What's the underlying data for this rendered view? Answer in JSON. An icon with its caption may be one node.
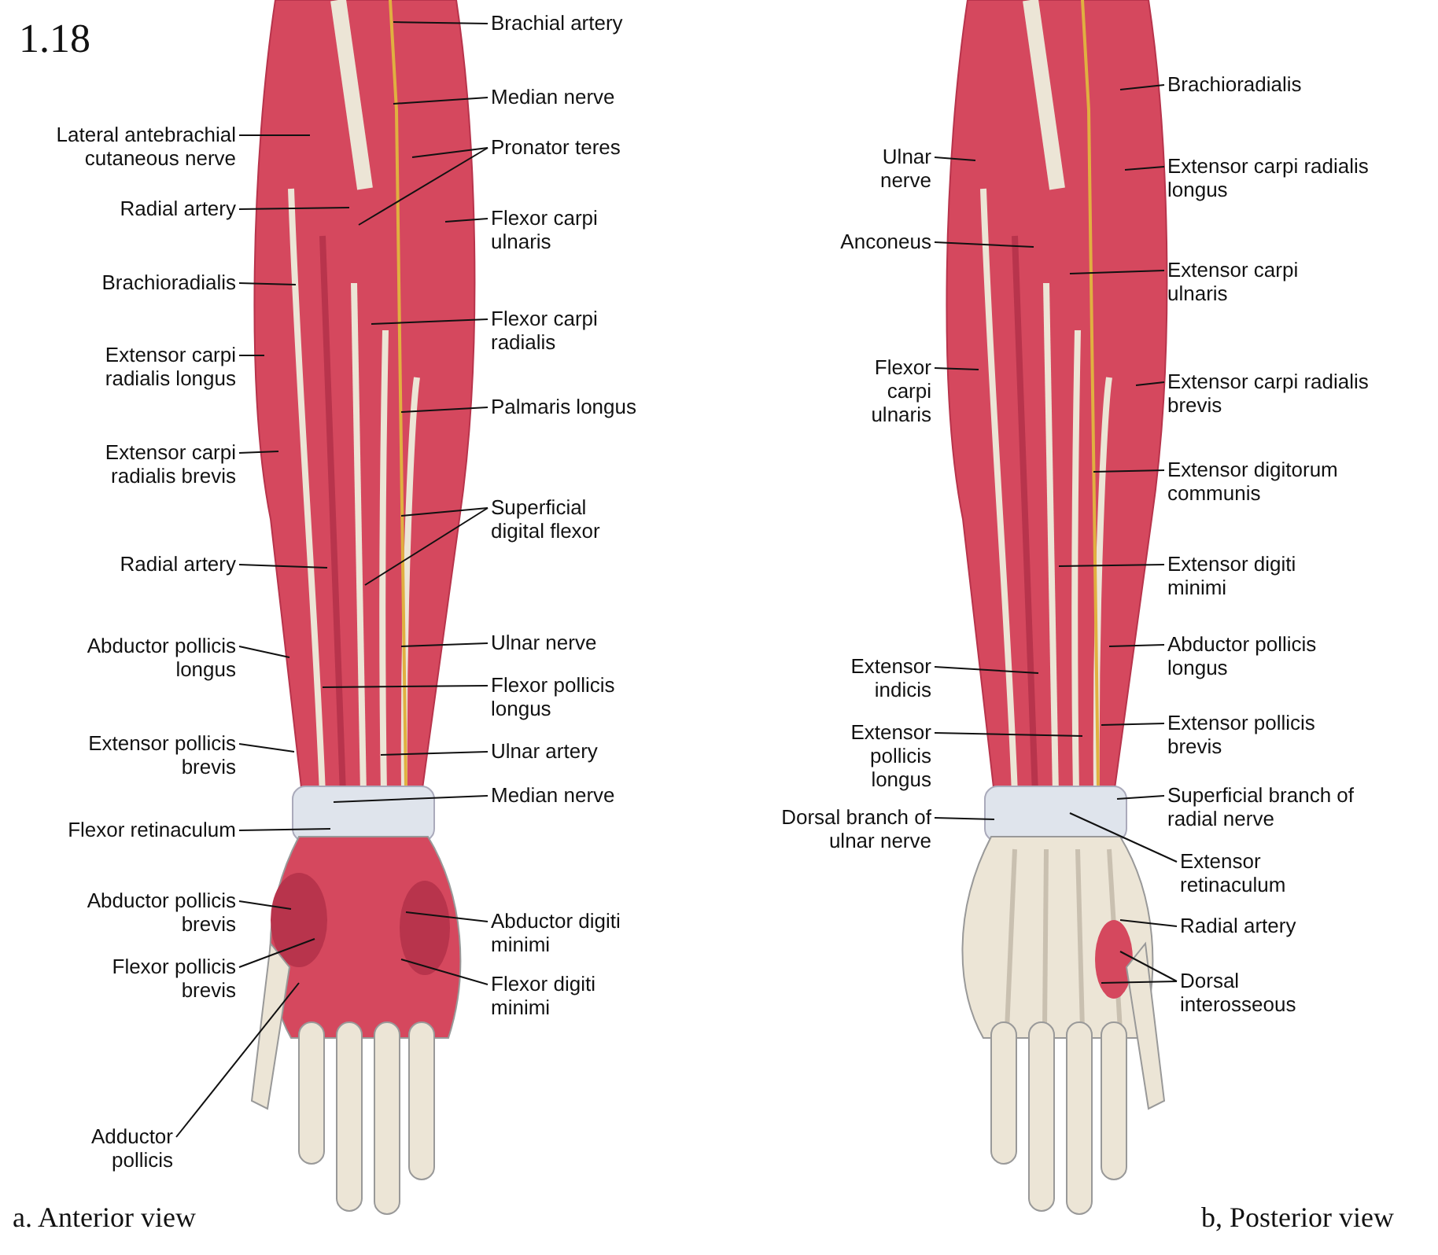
{
  "diagram": {
    "nodes": [
      {
        "text": [
          "Lateral antebrachial cutaneous nerve"
        ]
      },
      {
        "text": [
          "Radial artery"
        ]
      },
      {
        "text": [
          "Brachioradialis"
        ]
      },
      {
        "text": [
          "Extensor carpi radialis longus"
        ]
      },
      {
        "text": [
          "Extensor carpi radialis brevis"
        ]
      },
      {
        "text": [
          "Radial artery"
        ]
      },
      {
        "text": [
          "Abductor pollicis longus"
        ]
      },
      {
        "text": [
          "Extensor pollicis brevis"
        ]
      },
      {
        "text": [
          "Flexor retinaculum"
        ]
      },
      {
        "text": [
          "Abductor pollicis brevis"
        ]
      },
      {
        "text": [
          "Flexor pollicis brevis"
        ]
      },
      {
        "text": [
          "Adductor pollicis"
        ]
      },
      {
        "text": [
          "Brachial artery"
        ]
      },
      {
        "text": [
          "Median nerve"
        ]
      },
      {
        "text": [
          "Pronator teres"
        ]
      },
      {
        "text": [
          "Flexor carpi ulnaris"
        ]
      },
      {
        "text": [
          "Flexor carpi radialis"
        ]
      },
      {
        "text": [
          "Palmaris longus"
        ]
      },
      {
        "text": [
          "Superficial digital flexor"
        ]
      },
      {
        "text": [
          "Ulnar nerve"
        ]
      },
      {
        "text": [
          "Flexor pollicis longus"
        ]
      },
      {
        "text": [
          "Ulnar artery"
        ]
      },
      {
        "text": [
          "Median nerve"
        ]
      },
      {
        "text": [
          "Abductor digiti minimi"
        ]
      },
      {
        "text": [
          "Flexor digiti minimi"
        ]
      },
      {
        "text": [
          "Ulnar nerve"
        ]
      },
      {
        "text": [
          "Anconeus"
        ]
      },
      {
        "text": [
          "Flexor carpi ulnaris"
        ]
      },
      {
        "text": [
          "Extensor indicis"
        ]
      },
      {
        "text": [
          "Extensor pollicis longus"
        ]
      },
      {
        "text": [
          "Dorsal branch of ulnar nerve"
        ]
      },
      {
        "text": [
          "Brachioradialis"
        ]
      },
      {
        "text": [
          "Extensor carpi radialis longus"
        ]
      },
      {
        "text": [
          "Extensor carpi ulnaris"
        ]
      },
      {
        "text": [
          "Extensor carpi radialis brevis"
        ]
      },
      {
        "text": [
          "Extensor digitorum communis"
        ]
      },
      {
        "text": [
          "Extensor digiti minimi"
        ]
      },
      {
        "text": [
          "Abductor pollicis longus"
        ]
      },
      {
        "text": [
          "Extensor pollicis brevis"
        ]
      },
      {
        "text": [
          "Superficial branch of radial nerve"
        ]
      },
      {
        "text": [
          "Extensor retinaculum"
        ]
      },
      {
        "text": [
          "Radial artery"
        ]
      },
      {
        "text": [
          "Dorsal interosseous"
        ]
      }
    ],
    "edges": [
      {
        "from": 0,
        "to": null,
        "arrow": "none"
      },
      {
        "from": 1,
        "to": null,
        "arrow": "none"
      },
      {
        "from": 2,
        "to": null,
        "arrow": "none"
      },
      {
        "from": 3,
        "to": null,
        "arrow": "none"
      },
      {
        "from": 4,
        "to": null,
        "arrow": "none"
      },
      {
        "from": 5,
        "to": null,
        "arrow": "none"
      },
      {
        "from": 6,
        "to": null,
        "arrow": "none"
      },
      {
        "from": 7,
        "to": null,
        "arrow": "none"
      },
      {
        "from": 8,
        "to": null,
        "arrow": "none"
      },
      {
        "from": 9,
        "to": null,
        "arrow": "none"
      },
      {
        "from": 10,
        "to": null,
        "arrow": "none"
      },
      {
        "from": 11,
        "to": null,
        "arrow": "none"
      },
      {
        "from": 12,
        "to": null,
        "arrow": "none"
      },
      {
        "from": 13,
        "to": null,
        "arrow": "none"
      },
      {
        "from": 14,
        "to": null,
        "arrow": "none"
      },
      {
        "from": 14,
        "to": null,
        "arrow": "none"
      },
      {
        "from": 15,
        "to": null,
        "arrow": "none"
      },
      {
        "from": 16,
        "to": null,
        "arrow": "none"
      },
      {
        "from": 17,
        "to": null,
        "arrow": "none"
      },
      {
        "from": 18,
        "to": null,
        "arrow": "none"
      },
      {
        "from": 18,
        "to": null,
        "arrow": "none"
      },
      {
        "from": 19,
        "to": null,
        "arrow": "none"
      },
      {
        "from": 20,
        "to": null,
        "arrow": "none"
      },
      {
        "from": 21,
        "to": null,
        "arrow": "none"
      },
      {
        "from": 22,
        "to": null,
        "arrow": "none"
      },
      {
        "from": 23,
        "to": null,
        "arrow": "none"
      },
      {
        "from": 24,
        "to": null,
        "arrow": "none"
      },
      {
        "from": 25,
        "to": null,
        "arrow": "none"
      },
      {
        "from": 26,
        "to": null,
        "arrow": "none"
      },
      {
        "from": 27,
        "to": null,
        "arrow": "none"
      },
      {
        "from": 28,
        "to": null,
        "arrow": "none"
      },
      {
        "from": 29,
        "to": null,
        "arrow": "none"
      },
      {
        "from": 30,
        "to": null,
        "arrow": "none"
      },
      {
        "from": 31,
        "to": null,
        "arrow": "none"
      },
      {
        "from": 32,
        "to": null,
        "arrow": "none"
      },
      {
        "from": 33,
        "to": null,
        "arrow": "none"
      },
      {
        "from": 34,
        "to": null,
        "arrow": "none"
      },
      {
        "from": 35,
        "to": null,
        "arrow": "none"
      },
      {
        "from": 36,
        "to": null,
        "arrow": "none"
      },
      {
        "from": 37,
        "to": null,
        "arrow": "none"
      },
      {
        "from": 38,
        "to": null,
        "arrow": "none"
      },
      {
        "from": 39,
        "to": null,
        "arrow": "none"
      },
      {
        "from": 40,
        "to": null,
        "arrow": "none"
      },
      {
        "from": 41,
        "to": null,
        "arrow": "none"
      },
      {
        "from": 42,
        "to": null,
        "arrow": "none"
      },
      {
        "from": 42,
        "to": null,
        "arrow": "none"
      }
    ],
    "labels": [
      "1.18",
      "a. Anterior view",
      "b, Posterior view"
    ]
  }
}
